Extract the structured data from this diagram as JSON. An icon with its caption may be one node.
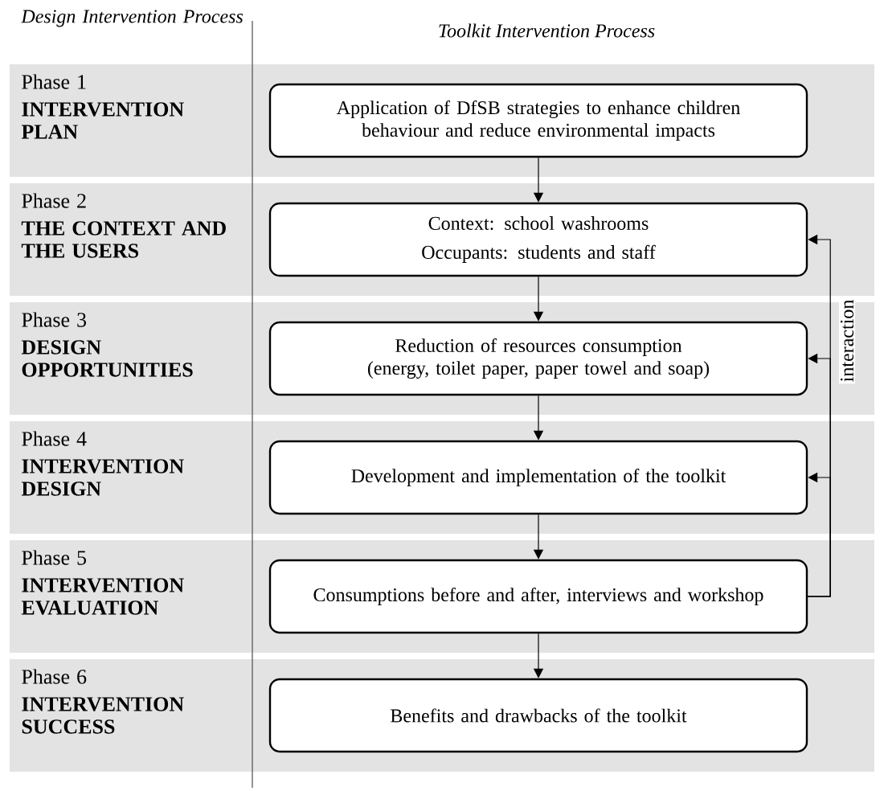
{
  "diagram": {
    "nodes": [
      {
        "text": [
          "Phase 1",
          "INTERVENTION PLAN"
        ]
      },
      {
        "text": [
          "Application of DfSB strategies to enhance children behaviour and reduce environmental impacts"
        ],
        "in": 0
      },
      {
        "text": [
          "Phase 2",
          "THE CONTEXT AND THE USERS"
        ]
      },
      {
        "text": [
          "Context: school washrooms",
          "Occupants: students and staff"
        ],
        "in": 2
      },
      {
        "text": [
          "Phase 3",
          "DESIGN OPPORTUNITIES"
        ]
      },
      {
        "text": [
          "Reduction of resources consumption (energy, toilet paper, paper towel and soap)"
        ],
        "in": 4
      },
      {
        "text": [
          "Phase 4",
          "INTERVENTION DESIGN"
        ]
      },
      {
        "text": [
          "Development and implementation of the toolkit"
        ],
        "in": 6
      },
      {
        "text": [
          "Phase 5",
          "INTERVENTION EVALUATION"
        ]
      },
      {
        "text": [
          "Consumptions before and after, interviews and workshop"
        ],
        "in": 8
      },
      {
        "text": [
          "Phase 6",
          "INTERVENTION SUCCESS"
        ]
      },
      {
        "text": [
          "Benefits and drawbacks of the toolkit"
        ],
        "in": 10
      }
    ],
    "edges": [
      {
        "from": 1,
        "to": 3,
        "arrow": "to"
      },
      {
        "from": 3,
        "to": 5,
        "arrow": "to"
      },
      {
        "from": 5,
        "to": 7,
        "arrow": "to"
      },
      {
        "from": 7,
        "to": 9,
        "arrow": "to"
      },
      {
        "from": 9,
        "to": 11,
        "arrow": "to"
      },
      {
        "from": 9,
        "to": 3,
        "arrow": "to",
        "label": "interaction"
      },
      {
        "from": 9,
        "to": 5,
        "arrow": "to"
      },
      {
        "from": 9,
        "to": 7,
        "arrow": "to"
      }
    ],
    "labels": [
      "Design Intervention Process",
      "Toolkit Intervention Process"
    ]
  }
}
